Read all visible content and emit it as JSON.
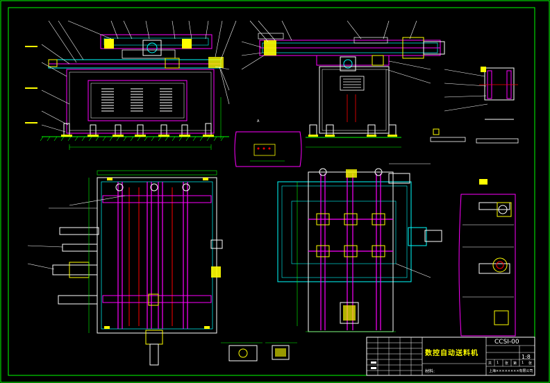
{
  "title_block": {
    "drawing_name": "数控自动送料机",
    "drawing_code": "CCSI-00",
    "scale": "1:8",
    "material_label": "材料:",
    "company": "上海××××××××有限公司",
    "row_labels": [
      "共",
      "1",
      "张",
      "第",
      "1",
      "张"
    ]
  },
  "colors": {
    "background": "#000000",
    "frame": "#00ff00",
    "outline_magenta": "#ff00ff",
    "cyan": "#00ffff",
    "yellow": "#ffff00",
    "white": "#ffffff",
    "red": "#ff0000",
    "green": "#00ff00"
  },
  "views": {
    "front_view": "front-elevation-view",
    "side_view": "side-elevation-view",
    "plan_left": "top-plan-view-left",
    "plan_right": "top-plan-view-right",
    "detail_right": "detail-view-right"
  },
  "section_labels": {
    "a": "A",
    "b": "A"
  }
}
